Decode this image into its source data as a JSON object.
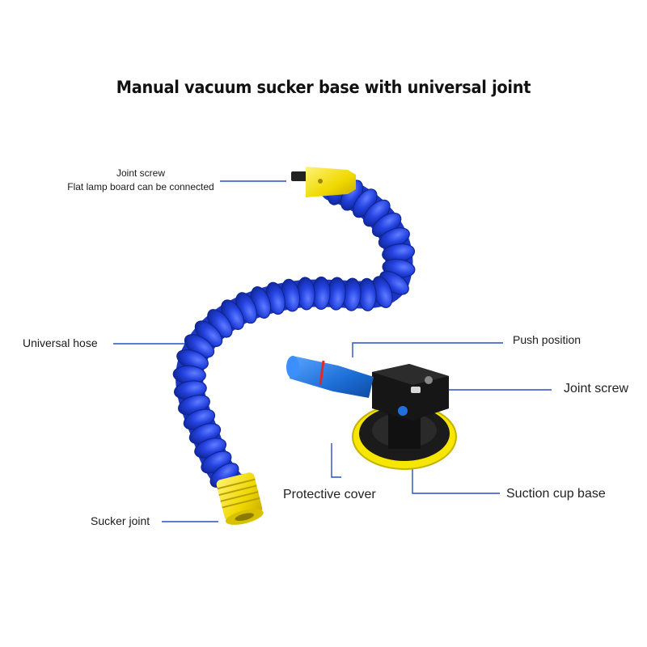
{
  "title": "Manual vacuum sucker base with universal joint",
  "labels": {
    "joint_screw_top": "Joint screw",
    "flat_lamp": "Flat lamp board can be connected",
    "universal_hose": "Universal hose",
    "sucker_joint": "Sucker joint",
    "push_position": "Push position",
    "joint_screw_right": "Joint screw",
    "protective_cover": "Protective cover",
    "suction_cup_base": "Suction cup base"
  },
  "colors": {
    "hose_blue": "#1f3fd6",
    "fitting_yellow": "#f2e000",
    "leader_blue": "#2a4fc2",
    "base_black": "#151515"
  }
}
